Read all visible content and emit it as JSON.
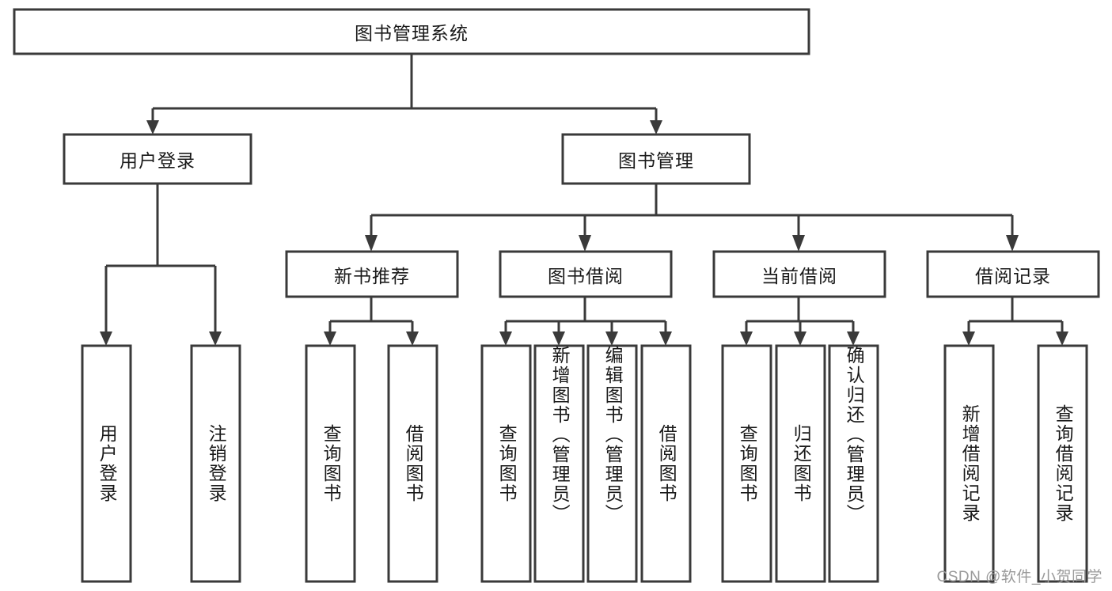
{
  "diagram": {
    "title": "图书管理系统",
    "type": "tree",
    "watermark": "CSDN @软件_小贺同学",
    "stroke_color": "#3a3a3a",
    "fill_color": "#ffffff",
    "text_color": "#1a1a1a",
    "watermark_color": "#9a9a9a"
  },
  "nodes": {
    "root": {
      "label": "图书管理系统"
    },
    "level2": [
      {
        "id": "user-login",
        "label": "用户登录"
      },
      {
        "id": "book-management",
        "label": "图书管理"
      }
    ],
    "level3": [
      {
        "id": "new-book-recommend",
        "label": "新书推荐"
      },
      {
        "id": "book-borrow",
        "label": "图书借阅"
      },
      {
        "id": "current-borrow",
        "label": "当前借阅"
      },
      {
        "id": "borrow-record",
        "label": "借阅记录"
      }
    ],
    "leaves": {
      "user-login": [
        {
          "id": "leaf-user-login",
          "label": "用户登录"
        },
        {
          "id": "leaf-logout",
          "label": "注销登录"
        }
      ],
      "new-book-recommend": [
        {
          "id": "leaf-query-book-1",
          "label": "查询图书"
        },
        {
          "id": "leaf-borrow-book-1",
          "label": "借阅图书"
        }
      ],
      "book-borrow": [
        {
          "id": "leaf-query-book-2",
          "label": "查询图书"
        },
        {
          "id": "leaf-add-book",
          "label": "新增图书（管理员）"
        },
        {
          "id": "leaf-edit-book",
          "label": "编辑图书（管理员）"
        },
        {
          "id": "leaf-borrow-book-2",
          "label": "借阅图书"
        }
      ],
      "current-borrow": [
        {
          "id": "leaf-query-book-3",
          "label": "查询图书"
        },
        {
          "id": "leaf-return-book",
          "label": "归还图书"
        },
        {
          "id": "leaf-confirm-return",
          "label": "确认归还（管理员）"
        }
      ],
      "borrow-record": [
        {
          "id": "leaf-add-record",
          "label": "新增借阅记录"
        },
        {
          "id": "leaf-query-record",
          "label": "查询借阅记录"
        }
      ]
    }
  }
}
